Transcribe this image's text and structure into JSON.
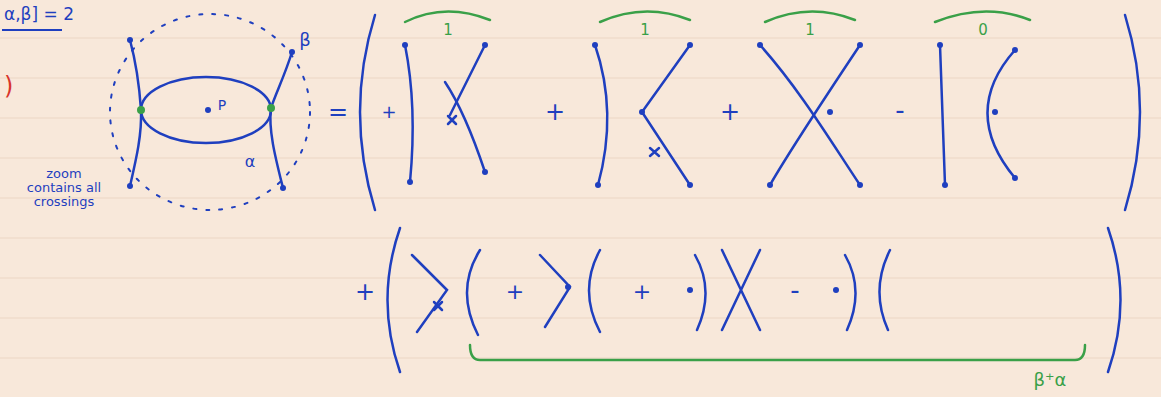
{
  "diagram": {
    "labels": [
      "α,β] = 2",
      ")",
      "β",
      "P",
      "α",
      "zoom contains all crossings",
      "=",
      "+",
      "1",
      "+",
      "1",
      "+",
      "1",
      "-",
      "0",
      "+",
      "+",
      "+",
      "-",
      "β⁺α"
    ]
  }
}
